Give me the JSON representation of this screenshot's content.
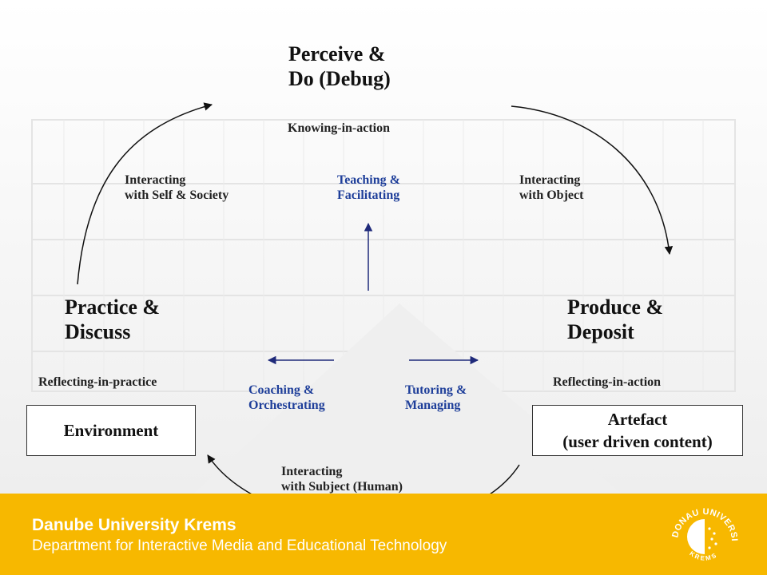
{
  "diagram": {
    "nodes": {
      "perceive": {
        "line1": "Perceive &",
        "line2": "Do  (Debug)",
        "sub": "Knowing-in-action"
      },
      "practice": {
        "line1": "Practice &",
        "line2": "Discuss",
        "sub": "Reflecting-in-practice"
      },
      "produce": {
        "line1": "Produce &",
        "line2": "Deposit",
        "sub": "Reflecting-in-action"
      }
    },
    "arc_labels": {
      "self_society": {
        "line1": "Interacting",
        "line2": "with Self & Society"
      },
      "object": {
        "line1": "Interacting",
        "line2": "with Object"
      },
      "subject": {
        "line1": "Interacting",
        "line2": "with Subject (Human)"
      }
    },
    "roles": {
      "teaching": {
        "line1": "Teaching &",
        "line2": "Facilitating"
      },
      "coaching": {
        "line1": "Coaching &",
        "line2": "Orchestrating"
      },
      "tutoring": {
        "line1": "Tutoring &",
        "line2": "Managing"
      }
    },
    "boxes": {
      "environment": "Environment",
      "artefact_line1": "Artefact",
      "artefact_line2": "(user driven content)"
    }
  },
  "footer": {
    "university": "Danube University Krems",
    "department": "Department for Interactive Media and Educational Technology",
    "logo_ring_top": "DONAU UNIVERSITÄT",
    "logo_ring_bottom": "KREMS"
  },
  "colors": {
    "footer_bg": "#f7b800",
    "role_text": "#1f3f9a",
    "arrow": "#1f2a7a"
  }
}
